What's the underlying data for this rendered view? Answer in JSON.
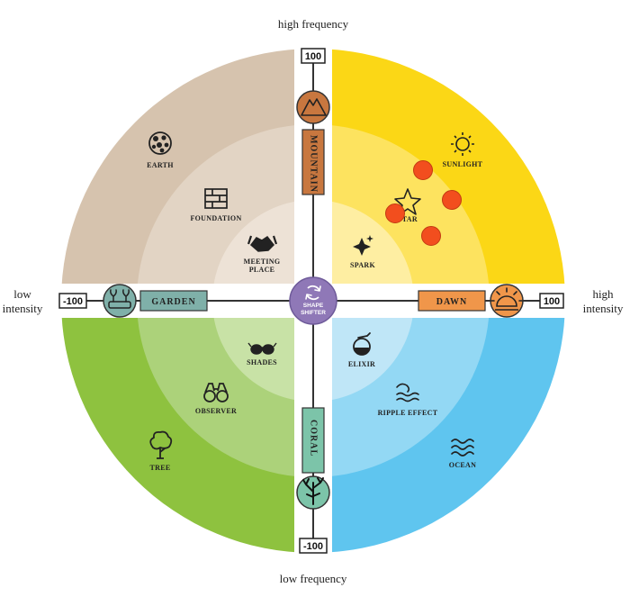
{
  "axes": {
    "top_label": "high frequency",
    "bottom_label": "low frequency",
    "left_label_line1": "low",
    "left_label_line2": "intensity",
    "right_label_line1": "high",
    "right_label_line2": "intensity",
    "top_value": "100",
    "bottom_value": "-100",
    "left_value": "-100",
    "right_value": "100"
  },
  "center": {
    "line1": "SHAPE",
    "line2": "SHIFTER"
  },
  "poles": {
    "top": {
      "name": "MOUNTAIN",
      "icon": "mountain-icon",
      "color": "#c8773f"
    },
    "bottom": {
      "name": "CORAL",
      "icon": "coral-icon",
      "color": "#7cc4a9"
    },
    "left": {
      "name": "GARDEN",
      "icon": "garden-icon",
      "color": "#7fb0a9"
    },
    "right": {
      "name": "DAWN",
      "icon": "dawn-icon",
      "color": "#f0964a"
    }
  },
  "quadrants": {
    "top_left": {
      "colors": [
        "#d6c3ae",
        "#e2d4c4",
        "#ede2d6"
      ],
      "labels": {
        "outer": "EARTH",
        "mid": "FOUNDATION",
        "inner1": "MEETING",
        "inner2": "PLACE"
      }
    },
    "top_right": {
      "colors": [
        "#fbd716",
        "#fde35f",
        "#feeea2"
      ],
      "labels": {
        "outer": "SUNLIGHT",
        "mid": "STAR",
        "inner": "SPARK"
      }
    },
    "bottom_left": {
      "colors": [
        "#8ec23f",
        "#acd27a",
        "#c8e2a6"
      ],
      "labels": {
        "outer": "TREE",
        "mid": "OBSERVER",
        "inner": "SHADES"
      }
    },
    "bottom_right": {
      "colors": [
        "#5fc5ef",
        "#93d8f4",
        "#bfe6f7"
      ],
      "labels": {
        "outer": "OCEAN",
        "mid": "RIPPLE EFFECT",
        "inner": "ELIXIR"
      }
    }
  },
  "markers": {
    "count": 4,
    "color": "#f24e1e"
  }
}
